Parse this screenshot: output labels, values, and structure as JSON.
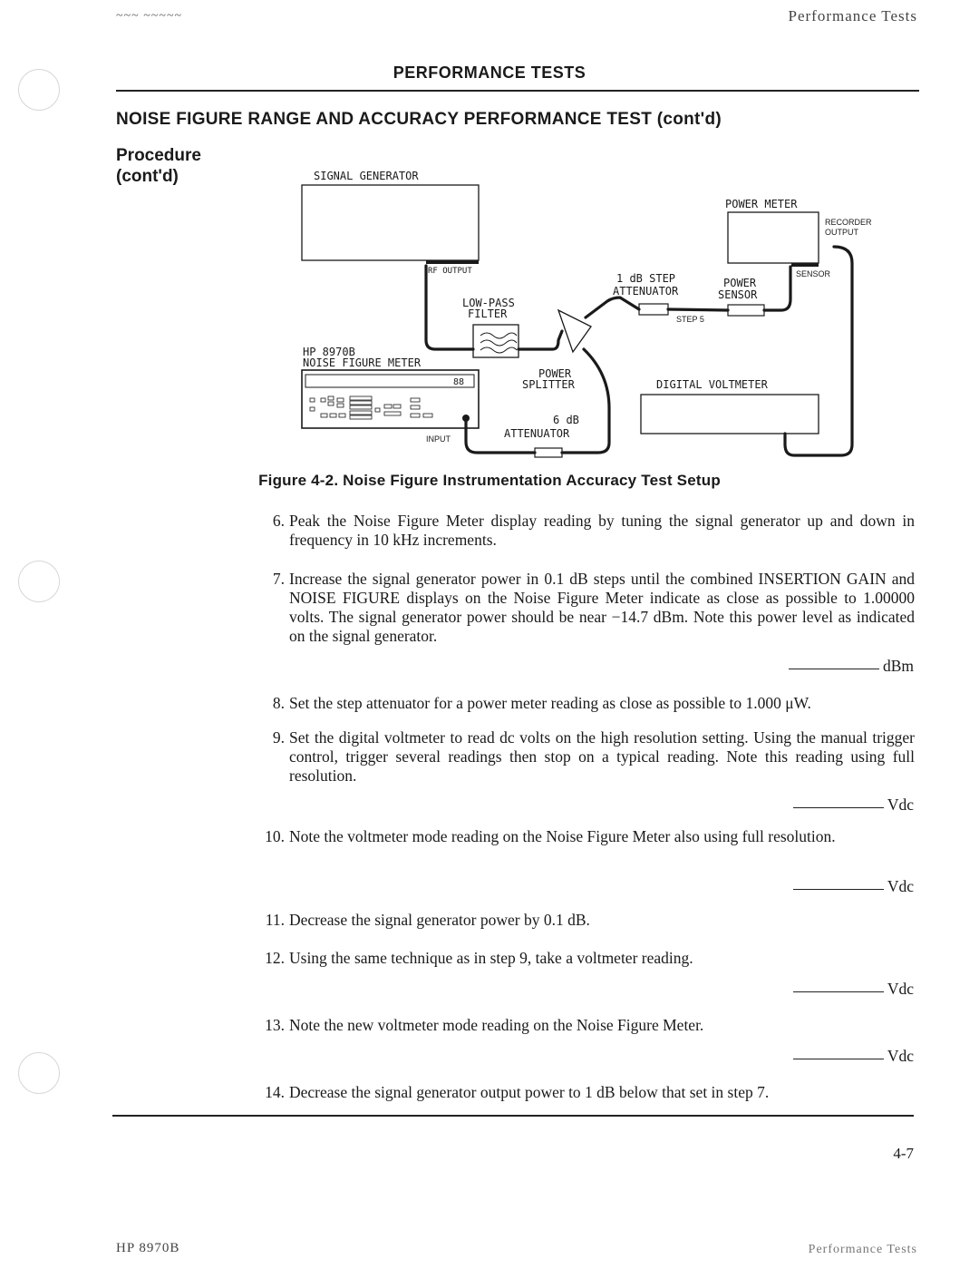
{
  "header": {
    "left": "~~~ ~~~~~",
    "right": "Performance Tests"
  },
  "page_title": "PERFORMANCE TESTS",
  "section_title": "NOISE FIGURE RANGE AND ACCURACY PERFORMANCE TEST (cont'd)",
  "procedure": {
    "line1": "Procedure",
    "line2": "(cont'd)"
  },
  "diagram": {
    "signal_generator": "SIGNAL GENERATOR",
    "rf_output": "RF OUTPUT",
    "power_meter": "POWER METER",
    "recorder": "RECORDER",
    "output": "OUTPUT",
    "sensor": "SENSOR",
    "step_att_1": "1 dB STEP",
    "step_att_2": "ATTENUATOR",
    "power_sensor_1": "POWER",
    "power_sensor_2": "SENSOR",
    "step_5": "STEP 5",
    "lowpass_1": "LOW-PASS",
    "lowpass_2": "FILTER",
    "nfm_1": "HP 8970B",
    "nfm_2": "NOISE FIGURE METER",
    "nfm_display": "88",
    "input": "INPUT",
    "power_splitter_1": "POWER",
    "power_splitter_2": "SPLITTER",
    "digital_voltmeter": "DIGITAL VOLTMETER",
    "att6_1": "6 dB",
    "att6_2": "ATTENUATOR"
  },
  "figure_caption": "Figure 4-2. Noise Figure Instrumentation Accuracy Test Setup",
  "steps": [
    {
      "num": "6.",
      "text": "Peak the Noise Figure Meter display reading by tuning the signal generator up and down in frequency in 10 kHz increments."
    },
    {
      "num": "7.",
      "text": "Increase the signal generator power in 0.1 dB steps until the combined INSERTION GAIN and NOISE FIGURE displays on the Noise Figure Meter indicate as close as possible to 1.00000 volts. The signal generator power should be near −14.7 dBm. Note this power level as indicated on the signal generator."
    },
    {
      "num": "8.",
      "text": "Set the step attenuator for a power meter reading as close as possible to 1.000 μW."
    },
    {
      "num": "9.",
      "text": "Set the digital voltmeter to read dc volts on the high resolution setting. Using the manual trigger control, trigger several readings then stop on a typical reading. Note this reading using full resolution."
    },
    {
      "num": "10.",
      "text": "Note the voltmeter mode reading on the Noise Figure Meter also using full resolution."
    },
    {
      "num": "11.",
      "text": "Decrease the signal generator power by 0.1 dB."
    },
    {
      "num": "12.",
      "text": "Using the same technique as in step 9, take a voltmeter reading."
    },
    {
      "num": "13.",
      "text": "Note the new voltmeter mode reading on the Noise Figure Meter."
    },
    {
      "num": "14.",
      "text": "Decrease the signal generator output power to 1 dB below that set in step 7."
    }
  ],
  "blanks": {
    "b1": "dBm",
    "b2": "Vdc",
    "b3": "Vdc",
    "b4": "Vdc",
    "b5": "Vdc"
  },
  "page_number": "4-7",
  "footer": {
    "left": "HP 8970B",
    "right": "Performance Tests"
  }
}
